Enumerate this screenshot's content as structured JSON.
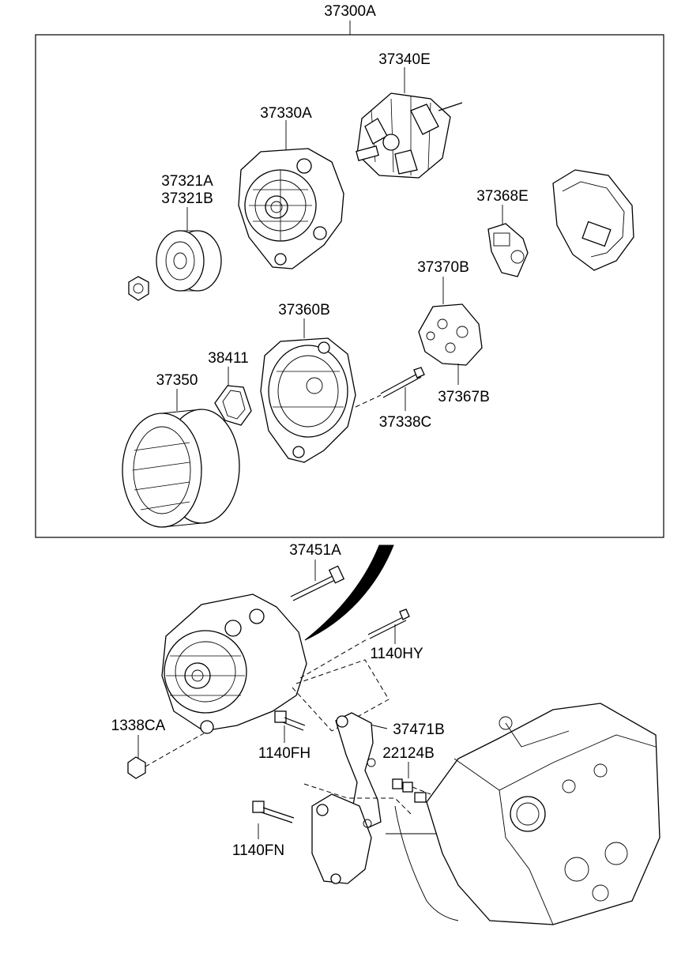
{
  "assembly_label": "37300A",
  "labels": {
    "p37340E": "37340E",
    "p37330A": "37330A",
    "p37321A": "37321A",
    "p37321B": "37321B",
    "p37368E": "37368E",
    "p37370B": "37370B",
    "p37360B": "37360B",
    "p38411": "38411",
    "p37350": "37350",
    "p37367B": "37367B",
    "p37338C": "37338C",
    "p37451A": "37451A",
    "p1140HY": "1140HY",
    "p1338CA": "1338CA",
    "p37471B": "37471B",
    "p1140FH": "1140FH",
    "p22124B": "22124B",
    "p1140FN": "1140FN"
  }
}
